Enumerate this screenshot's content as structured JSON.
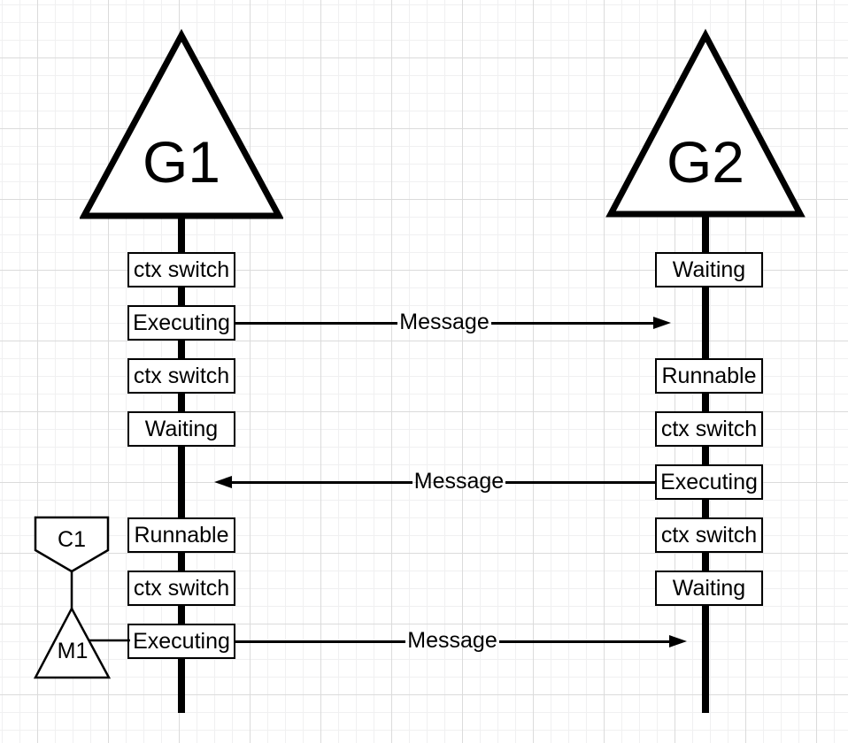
{
  "colors": {
    "ink": "#000000",
    "background": "#ffffff",
    "grid_minor": "#f0f0f1",
    "grid_major": "#dbdbdb"
  },
  "goroutine1": {
    "label": "G1",
    "states": [
      "ctx switch",
      "Executing",
      "ctx switch",
      "Waiting",
      "Runnable",
      "ctx switch",
      "Executing"
    ]
  },
  "goroutine2": {
    "label": "G2",
    "states": [
      "Waiting",
      "Runnable",
      "ctx switch",
      "Executing",
      "ctx switch",
      "Waiting"
    ]
  },
  "messages": [
    {
      "label": "Message",
      "from": "G1",
      "to": "G2",
      "direction": "right"
    },
    {
      "label": "Message",
      "from": "G2",
      "to": "G1",
      "direction": "left"
    },
    {
      "label": "Message",
      "from": "G1",
      "to": "G2",
      "direction": "right"
    }
  ],
  "side_nodes": {
    "c1": {
      "label": "C1"
    },
    "m1": {
      "label": "M1"
    }
  }
}
